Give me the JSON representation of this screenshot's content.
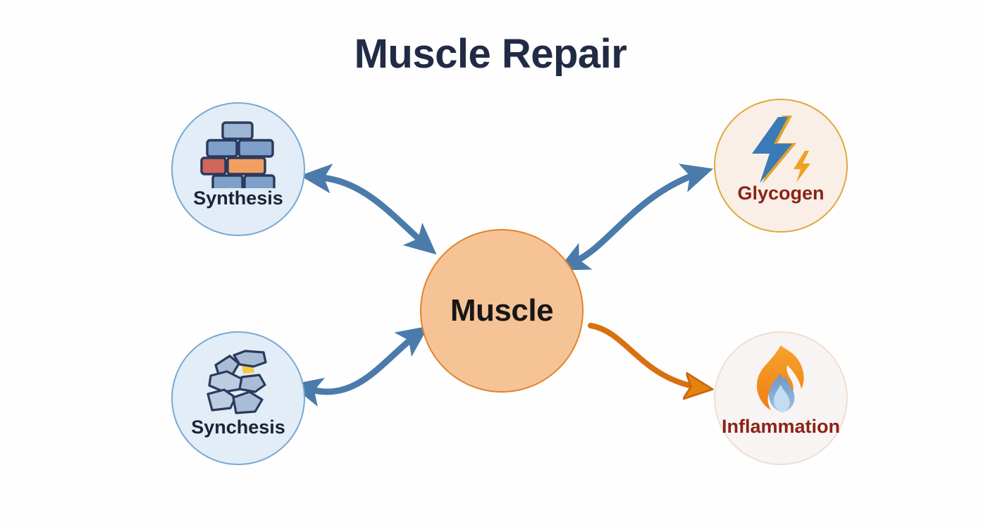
{
  "page": {
    "title": "Muscle Repair",
    "background_color": "#fefefe"
  },
  "center": {
    "label": "Muscle",
    "name": "muscle-node",
    "fill_color": "#f6c396",
    "border_color": "#e1832b",
    "text_color": "#171717"
  },
  "nodes": [
    {
      "id": "synthesis",
      "label": "Synthesis",
      "icon": "brick-wall-icon",
      "position": "top-left",
      "fill_color": "#e2edf7",
      "border_color": "#7aa8d4",
      "text_color": "#1e2238"
    },
    {
      "id": "glycogen",
      "label": "Glycogen",
      "icon": "lightning-bolt-icon",
      "position": "top-right",
      "fill_color": "#faefe7",
      "border_color": "#dfa93b",
      "text_color": "#8b2318"
    },
    {
      "id": "synchesis",
      "label": "Synchesis",
      "icon": "protein-chain-icon",
      "position": "bottom-left",
      "fill_color": "#e2edf7",
      "border_color": "#7aa8d4",
      "text_color": "#1e2238"
    },
    {
      "id": "inflammation",
      "label": "Inflammation",
      "icon": "flame-icon",
      "position": "bottom-right",
      "fill_color": "#f7f4f3",
      "border_color": "#f2ddd0",
      "text_color": "#8b2318"
    }
  ],
  "connectors": [
    {
      "id": "muscle-synthesis",
      "from": "Muscle",
      "to": "Synthesis",
      "direction": "bidirectional",
      "color": "#4a7bab"
    },
    {
      "id": "muscle-glycogen",
      "from": "Muscle",
      "to": "Glycogen",
      "direction": "bidirectional",
      "color": "#4a7bab"
    },
    {
      "id": "muscle-synchesis",
      "from": "Muscle",
      "to": "Synchesis",
      "direction": "bidirectional",
      "color": "#4a7bab"
    },
    {
      "id": "muscle-inflammation",
      "from": "Muscle",
      "to": "Inflammation",
      "direction": "unidirectional",
      "color": "#d97010"
    }
  ]
}
